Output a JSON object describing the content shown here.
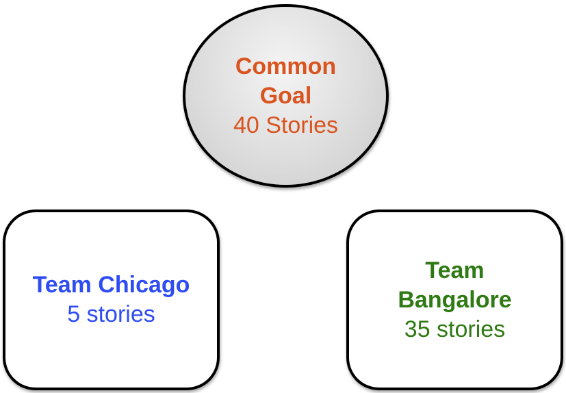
{
  "goal": {
    "title": "Common Goal",
    "count": "40 Stories"
  },
  "teams": [
    {
      "title": "Team Chicago",
      "count": "5 stories"
    },
    {
      "title": "Team Bangalore",
      "count": "35 stories"
    }
  ],
  "colors": {
    "goal_text": "#d9541e",
    "chicago_text": "#2e4cf2",
    "bangalore_text": "#2f7a14",
    "outline": "#000000",
    "goal_fill": "#dddddd"
  }
}
